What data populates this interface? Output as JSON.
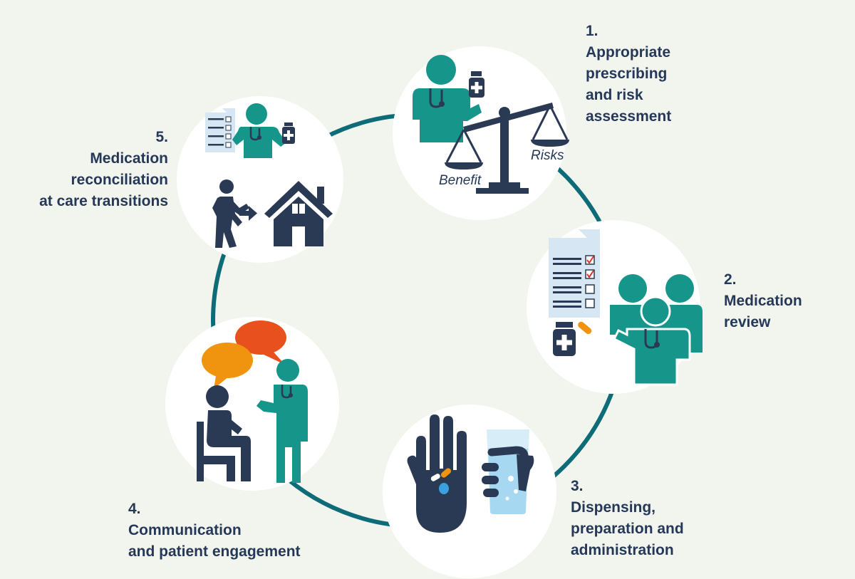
{
  "colors": {
    "background": "#f2f5ee",
    "ring": "#0e6b78",
    "teal_figure": "#16958b",
    "navy_figure": "#2a3a55",
    "label_text": "#253858",
    "bubble_orange": "#f0930f",
    "bubble_red": "#e8501e",
    "water": "#a6d8f2",
    "check_red": "#d9342b"
  },
  "steps": [
    {
      "number": "1.",
      "lines": [
        "Appropriate",
        "prescribing",
        "and risk",
        "assessment"
      ],
      "icons": [
        "doctor-icon",
        "medicine-bottle-icon",
        "balance-scale-icon"
      ]
    },
    {
      "number": "2.",
      "lines": [
        "Medication",
        "review"
      ],
      "icons": [
        "checklist-icon",
        "medicine-bottle-icon",
        "team-icon",
        "doctor-icon"
      ]
    },
    {
      "number": "3.",
      "lines": [
        "Dispensing,",
        "preparation and",
        "administration"
      ],
      "icons": [
        "hand-with-pills-icon",
        "glass-of-water-icon"
      ]
    },
    {
      "number": "4.",
      "lines": [
        "Communication",
        "and patient engagement"
      ],
      "icons": [
        "speech-bubble-icon",
        "seated-patient-icon",
        "doctor-icon"
      ]
    },
    {
      "number": "5.",
      "lines": [
        "Medication",
        "reconciliation",
        "at care transitions"
      ],
      "icons": [
        "checklist-icon",
        "doctor-icon",
        "walking-person-icon",
        "house-icon"
      ]
    }
  ],
  "scale_labels": {
    "benefit": "Benefit",
    "risks": "Risks"
  }
}
